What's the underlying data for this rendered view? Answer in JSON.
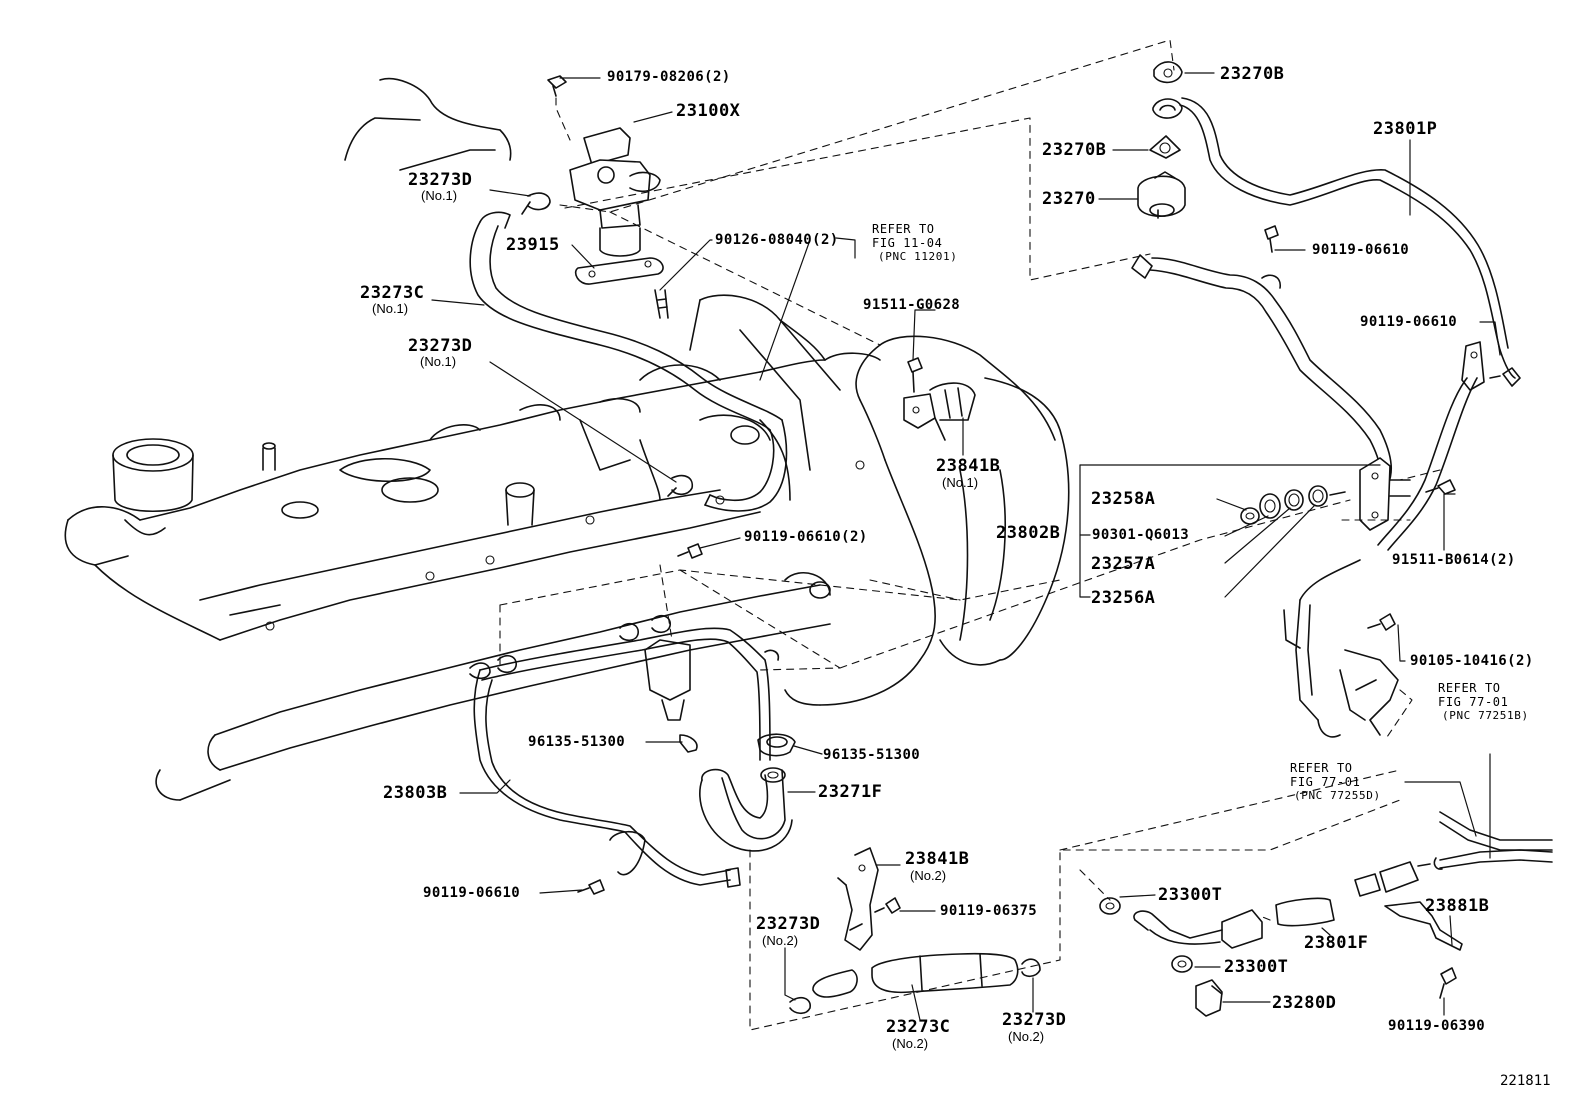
{
  "labels": {
    "l_90179_08206": "90179-08206(2)",
    "l_23100x": "23100X",
    "l_23273d_a": "23273D",
    "l_no1_a": "(No.1)",
    "l_90126_08040": "90126-08040(2)",
    "l_23915": "23915",
    "l_23273c_a": "23273C",
    "l_no1_b": "(No.1)",
    "l_23273d_b": "23273D",
    "l_no1_c": "(No.1)",
    "l_91511_g0628": "91511-G0628",
    "l_23841b_a": "23841B",
    "l_no1_d": "(No.1)",
    "l_23270b_a": "23270B",
    "l_23270b_b": "23270B",
    "l_23270": "23270",
    "l_23801p": "23801P",
    "l_90119_06610_a": "90119-06610",
    "l_90119_06610_b": "90119-06610",
    "l_23258a": "23258A",
    "l_90301_q6013": "90301-Q6013",
    "l_23802b": "23802B",
    "l_23257a": "23257A",
    "l_23256a": "23256A",
    "l_91511_b0614": "91511-B0614(2)",
    "l_90105_10416": "90105-10416(2)",
    "l_90119_06610_c": "90119-06610(2)",
    "l_96135_51300_a": "96135-51300",
    "l_96135_51300_b": "96135-51300",
    "l_23271f": "23271F",
    "l_23803b": "23803B",
    "l_90119_06610_d": "90119-06610",
    "l_23841b_b": "23841B",
    "l_no2_a": "(No.2)",
    "l_90119_06375": "90119-06375",
    "l_23273d_c": "23273D",
    "l_no2_b": "(No.2)",
    "l_23273c_b": "23273C",
    "l_no2_c": "(No.2)",
    "l_23273d_d": "23273D",
    "l_no2_d": "(No.2)",
    "l_23300t_a": "23300T",
    "l_23300t_b": "23300T",
    "l_23280d": "23280D",
    "l_23801f": "23801F",
    "l_23881b": "23881B",
    "l_90119_06390": "90119-06390"
  },
  "refs": {
    "r1_a": "REFER TO",
    "r1_b": "FIG 11-04",
    "r1_c": "(PNC 11201)",
    "r2_a": "REFER TO",
    "r2_b": "FIG 77-01",
    "r2_c": "(PNC 77251B)",
    "r3_a": "REFER TO",
    "r3_b": "FIG 77-01",
    "r3_c": "(PNC 77255D)"
  },
  "figure_id": "221811"
}
